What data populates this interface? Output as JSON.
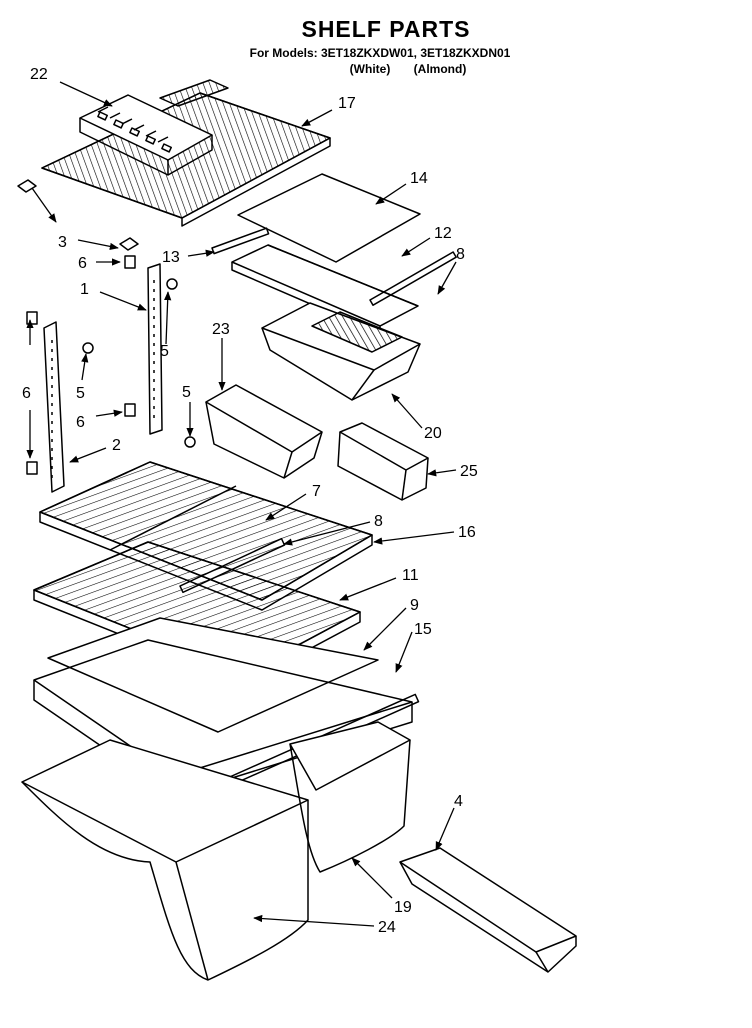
{
  "header": {
    "title": "SHELF PARTS",
    "models_line": "For Models: 3ET18ZKXDW01, 3ET18ZKXDN01",
    "color_white": "(White)",
    "color_almond": "(Almond)"
  },
  "callouts": [
    {
      "id": "c22",
      "label": "22"
    },
    {
      "id": "c17",
      "label": "17"
    },
    {
      "id": "c14",
      "label": "14"
    },
    {
      "id": "c3",
      "label": "3"
    },
    {
      "id": "c13",
      "label": "13"
    },
    {
      "id": "c12",
      "label": "12"
    },
    {
      "id": "c6a",
      "label": "6"
    },
    {
      "id": "c8a",
      "label": "8"
    },
    {
      "id": "c1",
      "label": "1"
    },
    {
      "id": "c23",
      "label": "23"
    },
    {
      "id": "c5a",
      "label": "5"
    },
    {
      "id": "c6b",
      "label": "6"
    },
    {
      "id": "c5b",
      "label": "5"
    },
    {
      "id": "c5c",
      "label": "5"
    },
    {
      "id": "c6c",
      "label": "6"
    },
    {
      "id": "c20",
      "label": "20"
    },
    {
      "id": "c2",
      "label": "2"
    },
    {
      "id": "c25",
      "label": "25"
    },
    {
      "id": "c7",
      "label": "7"
    },
    {
      "id": "c8b",
      "label": "8"
    },
    {
      "id": "c16",
      "label": "16"
    },
    {
      "id": "c11",
      "label": "11"
    },
    {
      "id": "c9",
      "label": "9"
    },
    {
      "id": "c15",
      "label": "15"
    },
    {
      "id": "c4",
      "label": "4"
    },
    {
      "id": "c19",
      "label": "19"
    },
    {
      "id": "c24",
      "label": "24"
    }
  ]
}
